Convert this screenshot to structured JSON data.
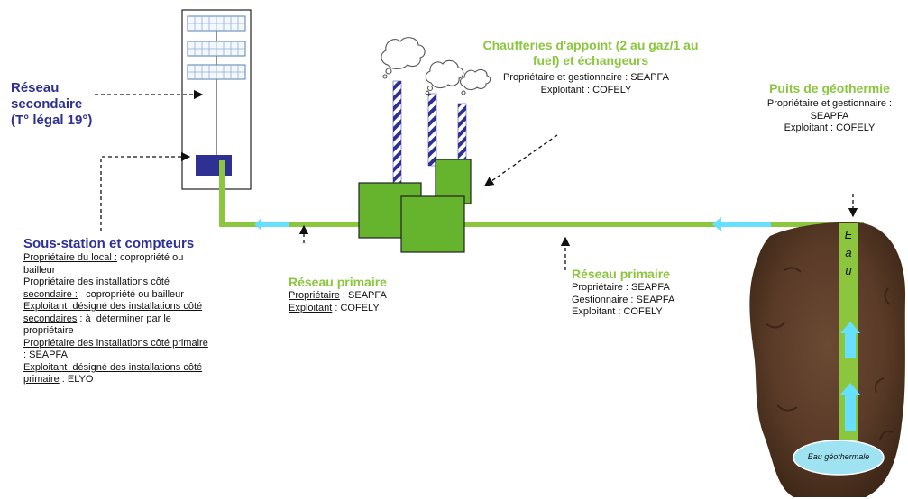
{
  "labels": {
    "reseau_secondaire": [
      "Réseau",
      "secondaire",
      "(T° légal 19°)"
    ],
    "chaufferies_title": [
      "Chaufferies d'appoint (2 au gaz/1 au",
      "fuel) et échangeurs"
    ],
    "chaufferies_owner": "Propriétaire et gestionnaire : SEAPFA",
    "chaufferies_exploitant": "Exploitant : COFELY",
    "puits_title": "Puits de géothermie",
    "puits_lines": [
      "Propriétaire et gestionnaire :",
      "SEAPFA",
      "Exploitant : COFELY"
    ],
    "sous_station": {
      "title": "Sous-station et compteurs",
      "l1_u": "Propriétaire du local :",
      "l1_v": " copropriété ou",
      "l2": "bailleur",
      "l3_u": "Propriétaire des installations côté",
      "l4_u": "secondaire :",
      "l4_v": "   copropriété ou bailleur",
      "l5_u": "Exploitant  désigné des installations côté",
      "l6_u": "secondaires",
      "l6_v": " : à  déterminer par le",
      "l7": "propriétaire",
      "l8_u": "Propriétaire des installations côté primaire",
      "l9": " : SEAPFA",
      "l10_u": "Exploitant  désigné des installations côté",
      "l11_u": "primaire",
      "l11_v": " : ELYO"
    },
    "primaire_left": {
      "title": "Réseau primaire",
      "l1_u": "Propriétaire",
      "l1_v": " : SEAPFA",
      "l2_u": "Exploitant",
      "l2_v": " : COFELY"
    },
    "primaire_right": {
      "title": "Réseau primaire",
      "lines": [
        "Propriétaire : SEAPFA",
        "Gestionnaire : SEAPFA",
        "Exploitant : COFELY"
      ]
    },
    "eau_letters": [
      "E",
      "a",
      "u"
    ],
    "eau_geothermale": "Eau géothermale"
  },
  "colors": {
    "pipe_green": "#8cc63f",
    "boiler_green": "#66b32e",
    "substation_blue": "#2e3192",
    "flow_cyan": "#66e0ff",
    "title_blue": "#2e3192",
    "title_green": "#8cc63f"
  },
  "icons": [
    "smoke-cloud-icon",
    "flow-arrow-icon",
    "dashed-pointer-arrow"
  ]
}
